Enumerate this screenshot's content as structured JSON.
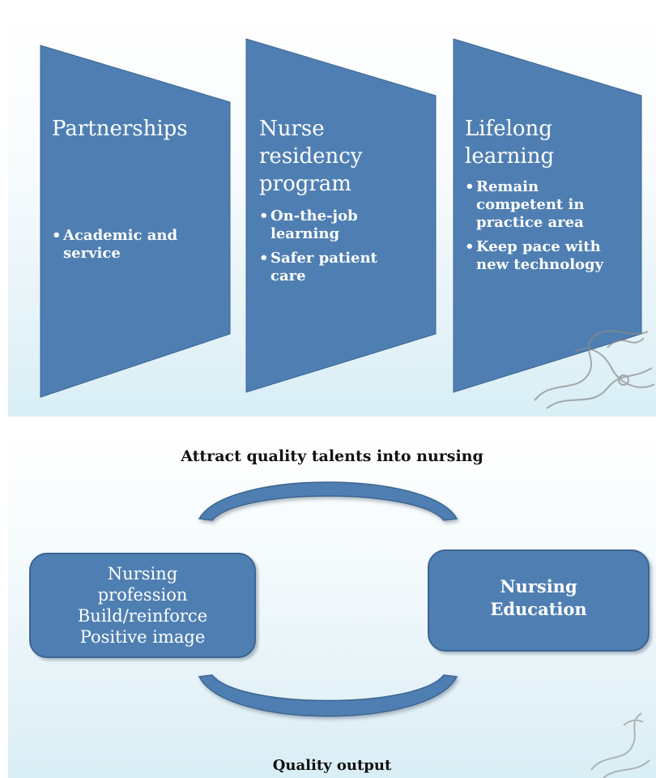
{
  "columns": [
    {
      "title_lines": [
        "Partnerships"
      ],
      "bullets": [
        [
          "Academic and",
          "service"
        ]
      ]
    },
    {
      "title_lines": [
        "Nurse",
        "residency",
        "program"
      ],
      "bullets": [
        [
          "On-the-job",
          "learning"
        ],
        [
          "Safer patient",
          "care"
        ]
      ]
    },
    {
      "title_lines": [
        "Lifelong",
        "learning"
      ],
      "bullets": [
        [
          "Remain",
          "competent in",
          "practice area"
        ],
        [
          "Keep pace with",
          "new technology"
        ]
      ]
    }
  ],
  "cycle": {
    "top_caption": "Attract quality talents into nursing",
    "bottom_caption": "Quality output",
    "left_box_lines": [
      "Nursing",
      "profession",
      "Build/reinforce",
      "Positive image"
    ],
    "right_box_lines": [
      "Nursing",
      "Education"
    ]
  },
  "colors": {
    "shape_fill": "#4f7fb2",
    "shape_border": "#3c6592",
    "text_light": "#ffffff",
    "caption_text": "#111111"
  }
}
